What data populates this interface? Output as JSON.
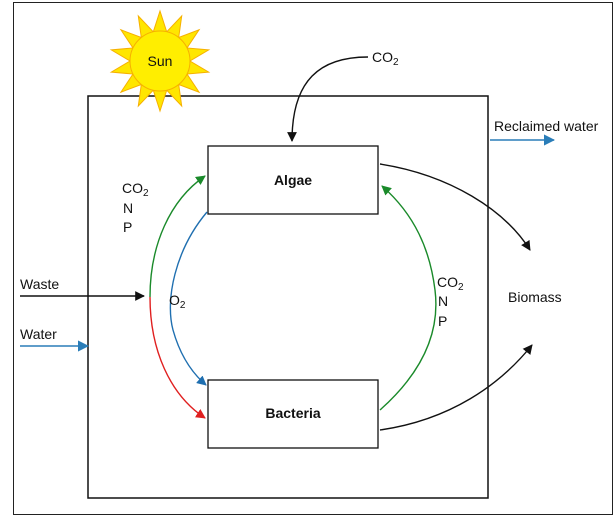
{
  "diagram": {
    "sun_label": "Sun",
    "algae_label": "Algae",
    "bacteria_label": "Bacteria",
    "co2_top": {
      "base": "CO",
      "sub": "2"
    },
    "reclaimed_water": "Reclaimed water",
    "biomass": "Biomass",
    "waste": "Waste",
    "water": "Water",
    "left_nutrients": {
      "co2_base": "CO",
      "co2_sub": "2",
      "n": "N",
      "p": "P"
    },
    "right_nutrients": {
      "co2_base": "CO",
      "co2_sub": "2",
      "n": "N",
      "p": "P"
    },
    "oxygen": {
      "base": "O",
      "sub": "2"
    },
    "colors": {
      "sun_fill": "#ffe600",
      "sun_rays": "#f6b000",
      "flow_green": "#1a8a2a",
      "flow_blue": "#1f6fb0",
      "flow_red": "#e02020",
      "water_blue": "#2a7db8",
      "black": "#111111"
    }
  }
}
